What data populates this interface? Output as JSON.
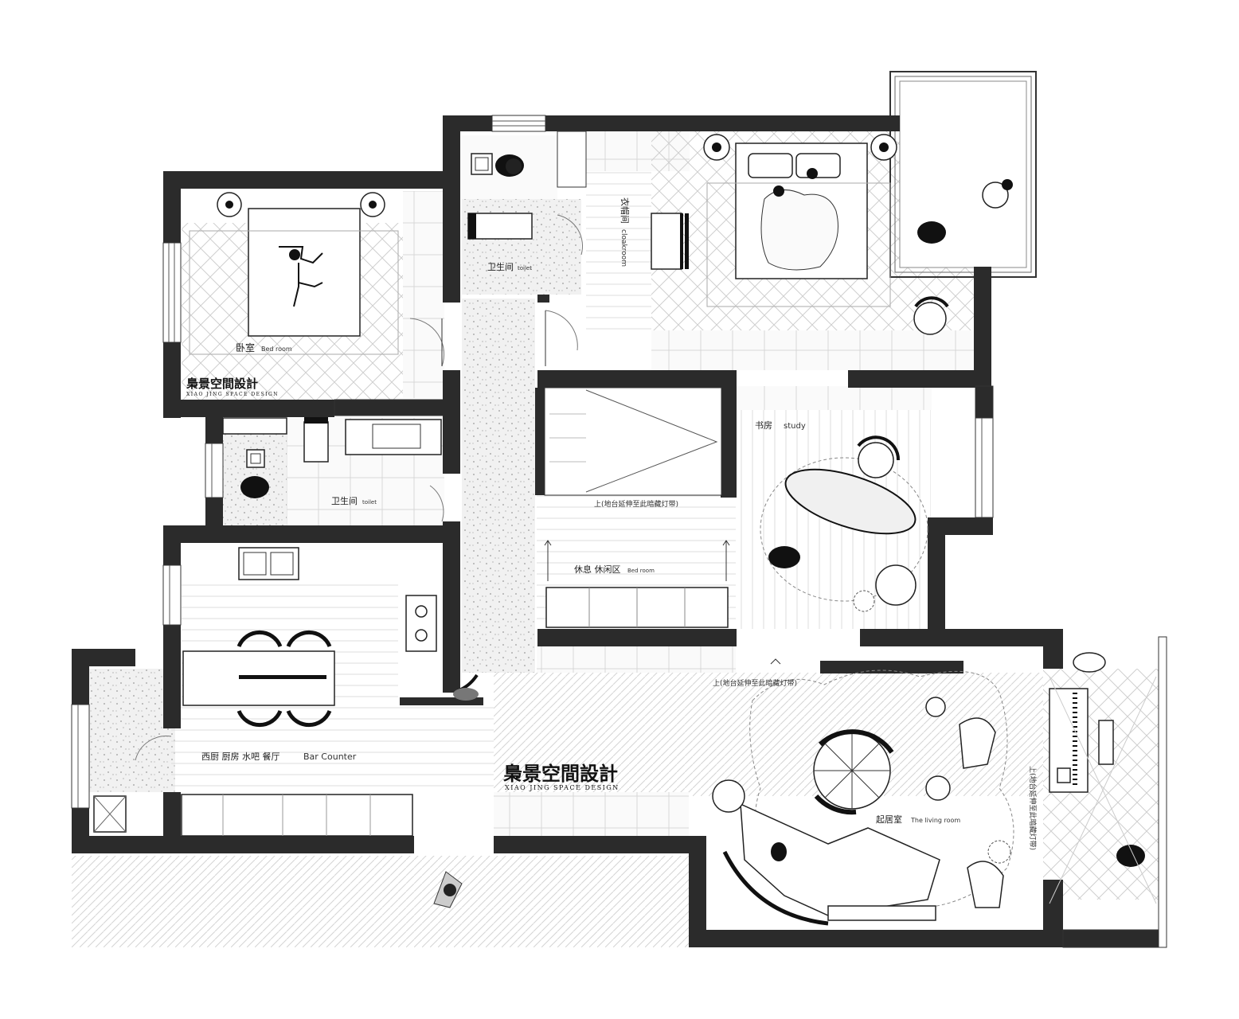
{
  "rooms": {
    "bedroom_left": {
      "cn": "卧室",
      "en": "Bed room"
    },
    "toilet_top": {
      "cn": "卫生间",
      "en": "toilet"
    },
    "cloakroom": {
      "cn": "衣帽间",
      "en": "cloakroom"
    },
    "toilet_mid": {
      "cn": "卫生间",
      "en": "toilet"
    },
    "study": {
      "cn": "书房",
      "en": "study"
    },
    "leisure": {
      "cn": "休息 休闲区",
      "en": "Bed room"
    },
    "kitchen": {
      "cn": "西厨 厨房 水吧 餐厅",
      "en": "Bar Counter"
    },
    "living": {
      "cn": "起居室",
      "en": "The living room"
    }
  },
  "annotations": {
    "step_up_leisure": "上(地台延伸至此暗藏灯带)",
    "step_up_living": "上(地台延伸至此暗藏灯带)",
    "step_up_right": "上(地台延伸至此暗藏灯带)"
  },
  "brand": {
    "name": "梟景空間設計",
    "sub": "XIAO JING SPACE DESIGN"
  },
  "colors": {
    "wall": "#2b2b2b",
    "floor": "#f6f6f6",
    "terrazzo": "#ececec",
    "line": "#777777"
  }
}
